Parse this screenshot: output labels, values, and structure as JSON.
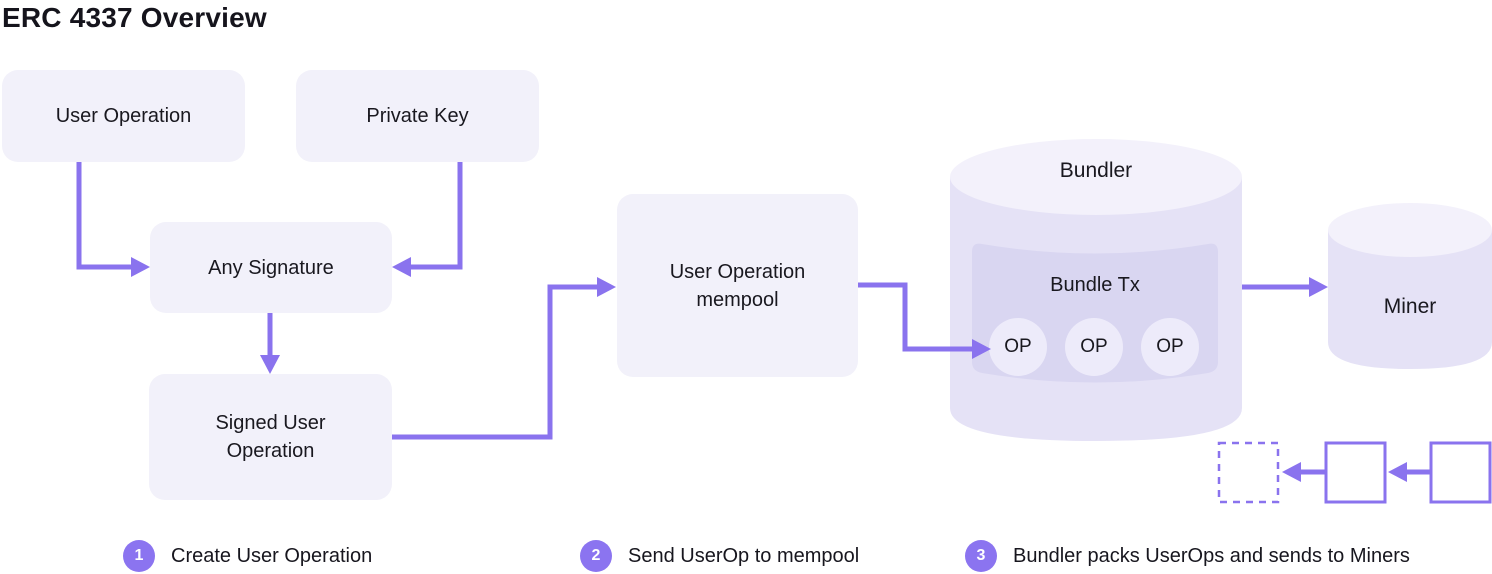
{
  "title": "ERC 4337 Overview",
  "nodes": {
    "user_operation": {
      "label": "User Operation"
    },
    "private_key": {
      "label": "Private Key"
    },
    "any_signature": {
      "label": "Any Signature"
    },
    "signed_user_operation": {
      "label": "Signed User Operation"
    },
    "mempool": {
      "label": "User Operation mempool"
    }
  },
  "bundler": {
    "label": "Bundler",
    "bundle": {
      "label": "Bundle Tx",
      "ops": [
        "OP",
        "OP",
        "OP"
      ]
    }
  },
  "miner": {
    "label": "Miner"
  },
  "legend": {
    "items": [
      {
        "number": "1",
        "label": "Create User Operation"
      },
      {
        "number": "2",
        "label": "Send UserOp to mempool"
      },
      {
        "number": "3",
        "label": "Bundler packs UserOps and sends to Miners"
      }
    ]
  },
  "colors": {
    "accent": "#8a73ee",
    "node_fill": "#f2f1fa",
    "cylinder_body": "#e5e2f6",
    "cylinder_top": "#f3f1fb",
    "bundle_fill": "#d9d6f1",
    "op_circle_fill": "#edebfa",
    "text": "#19181f"
  }
}
